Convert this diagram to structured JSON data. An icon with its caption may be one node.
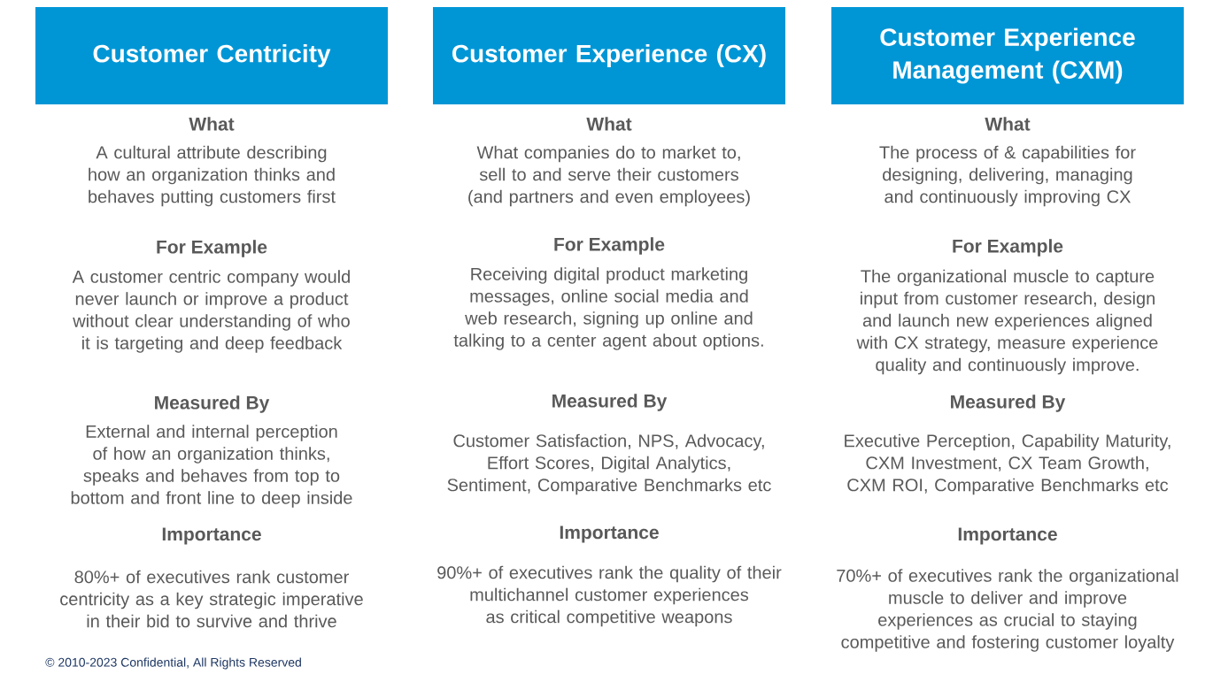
{
  "diagram": {
    "nodes": [
      {
        "text": [
          "Customer Centricity"
        ]
      },
      {
        "text": [
          "Customer Experience (CX)"
        ]
      },
      {
        "text": [
          "Customer Experience Management (CXM)"
        ]
      }
    ],
    "labels": [
      "What",
      "A cultural attribute describing how an organization thinks and behaves putting customers first",
      "For Example",
      "A customer centric company would never launch or improve a product without clear understanding of who it is targeting and deep feedback",
      "Measured By",
      "External and internal perception of how an organization thinks, speaks and behaves from top to bottom and front line to deep inside",
      "Importance",
      "80%+ of executives rank customer centricity as a key strategic imperative in their bid to survive and thrive",
      "What",
      "What companies do to market to, sell to and serve their customers (and partners and even employees)",
      "For Example",
      "Receiving digital product marketing messages, online social media and web research, signing up online and talking to a center agent about options.",
      "Measured By",
      "Customer Satisfaction, NPS, Advocacy, Effort Scores, Digital Analytics, Sentiment, Comparative Benchmarks etc",
      "Importance",
      "90%+ of executives rank the quality of their multichannel customer experiences as critical competitive weapons",
      "What",
      "The process of & capabilities for designing, delivering, managing and continuously improving CX",
      "For Example",
      "The organizational muscle to capture input from customer research, design and launch new experiences aligned with CX strategy, measure experience quality and continuously improve.",
      "Measured By",
      "Executive Perception, Capability Maturity, CXM Investment, CX Team Growth, CXM ROI, Comparative Benchmarks etc",
      "Importance",
      "70%+ of executives rank the organizational muscle to deliver and improve experiences as crucial to staying competitive and fostering customer loyalty",
      "© 2010-2023 Confidential, All Rights Reserved"
    ]
  }
}
